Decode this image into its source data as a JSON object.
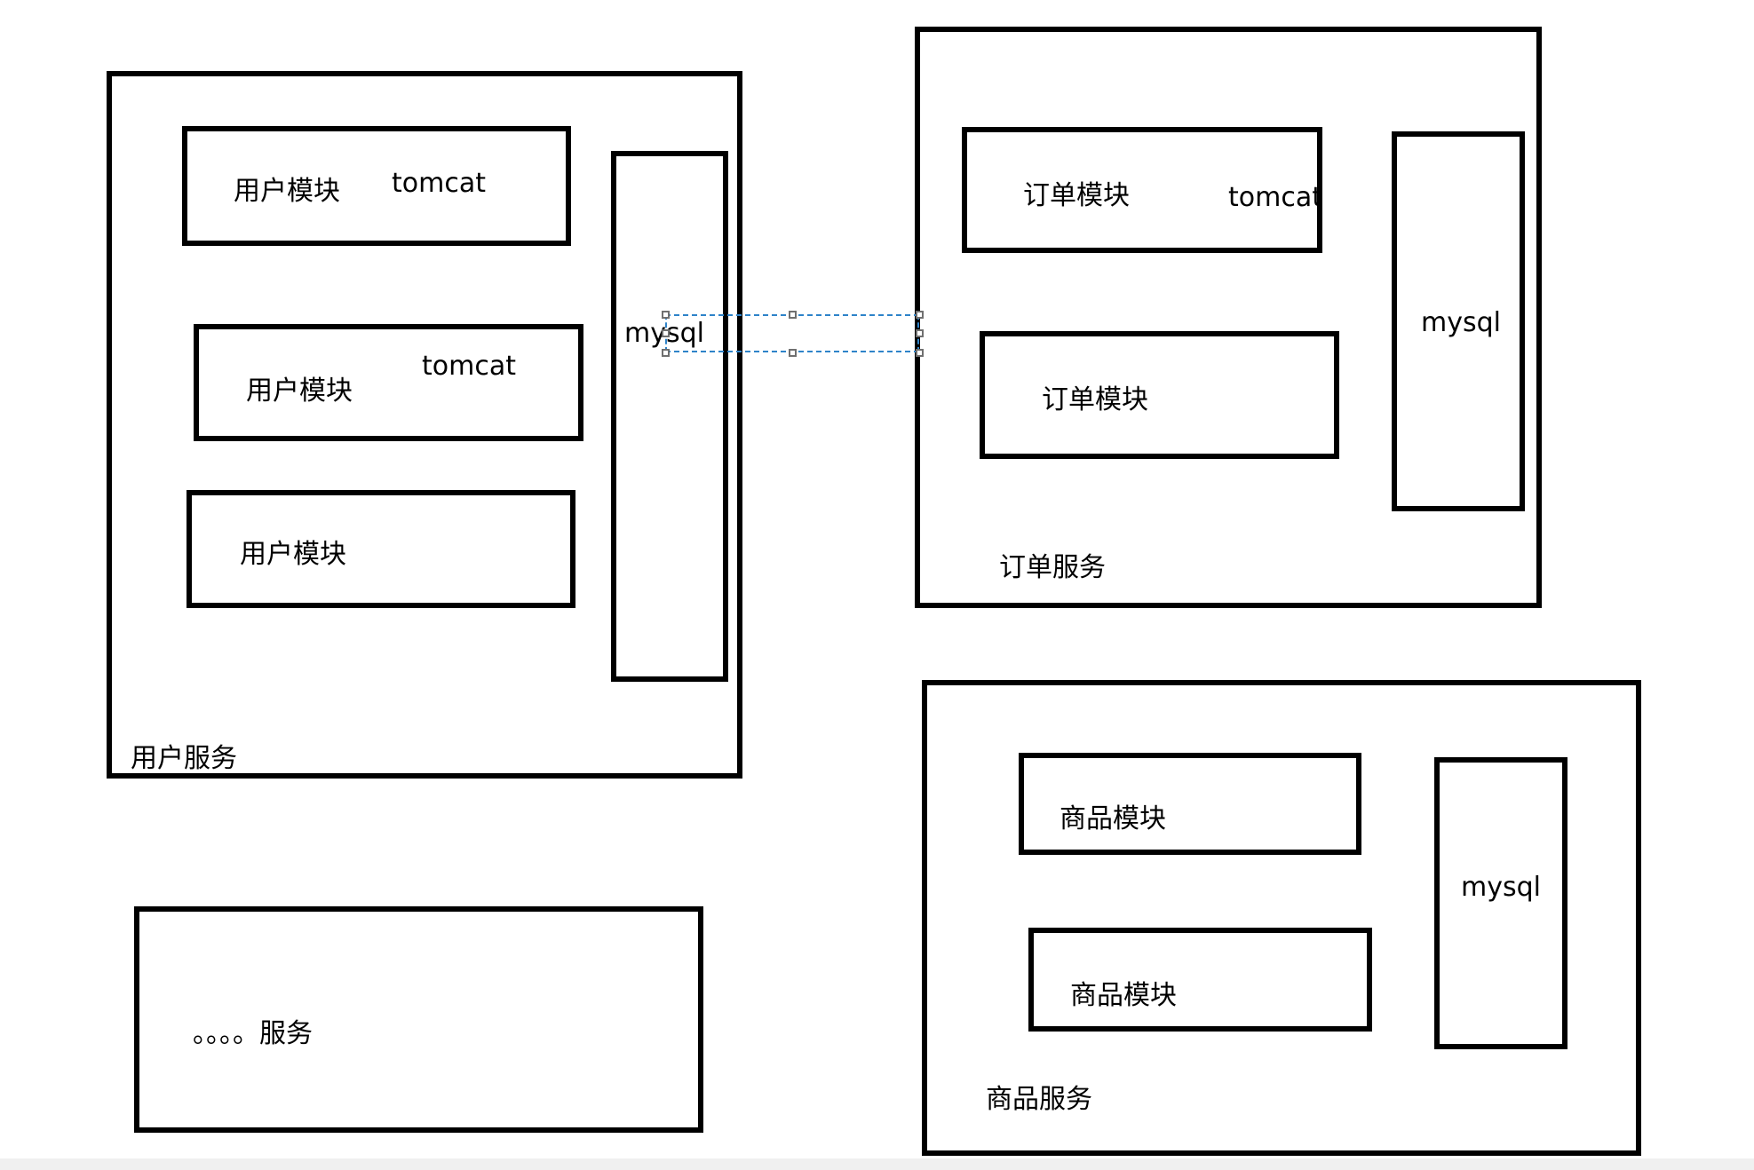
{
  "user_service": {
    "label": "用户服务",
    "modules": [
      {
        "name": "用户模块",
        "runtime": "tomcat"
      },
      {
        "name": "用户模块",
        "runtime": "tomcat"
      },
      {
        "name": "用户模块"
      }
    ],
    "db": "mysql"
  },
  "order_service": {
    "label": "订单服务",
    "modules": [
      {
        "name": "订单模块",
        "runtime": "tomcat"
      },
      {
        "name": "订单模块"
      }
    ],
    "db": "mysql"
  },
  "product_service": {
    "label": "商品服务",
    "modules": [
      {
        "name": "商品模块"
      },
      {
        "name": "商品模块"
      }
    ],
    "db": "mysql"
  },
  "etc_service": {
    "label": "。。。。服务"
  },
  "colors": {
    "shape_border": "#000000",
    "shape_fill": "#ffffff",
    "selection_dash": "#2e83c9",
    "handle_border": "#707070",
    "handle_fill": "#ffffff",
    "bottom_bar": "#f0f0f0",
    "text": "#000000"
  }
}
